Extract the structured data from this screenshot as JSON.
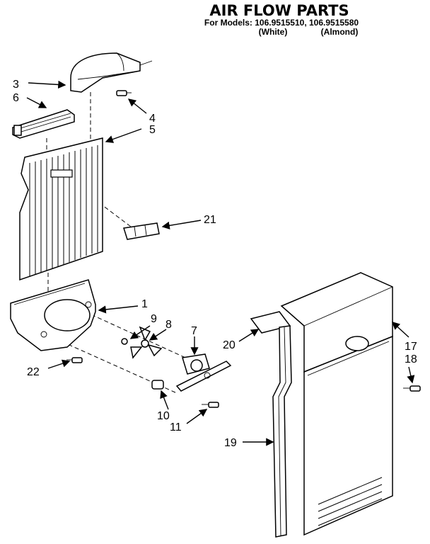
{
  "header": {
    "title": "AIR FLOW PARTS",
    "models_line": "For Models: 106.9515510, 106.9515580",
    "variant_white": "(White)",
    "variant_almond": "(Almond)"
  },
  "callouts": {
    "c1": "1",
    "c3": "3",
    "c4": "4",
    "c5": "5",
    "c6": "6",
    "c7": "7",
    "c8": "8",
    "c9": "9",
    "c10": "10",
    "c11": "11",
    "c17": "17",
    "c18": "18",
    "c19": "19",
    "c20": "20",
    "c21": "21",
    "c22": "22"
  }
}
